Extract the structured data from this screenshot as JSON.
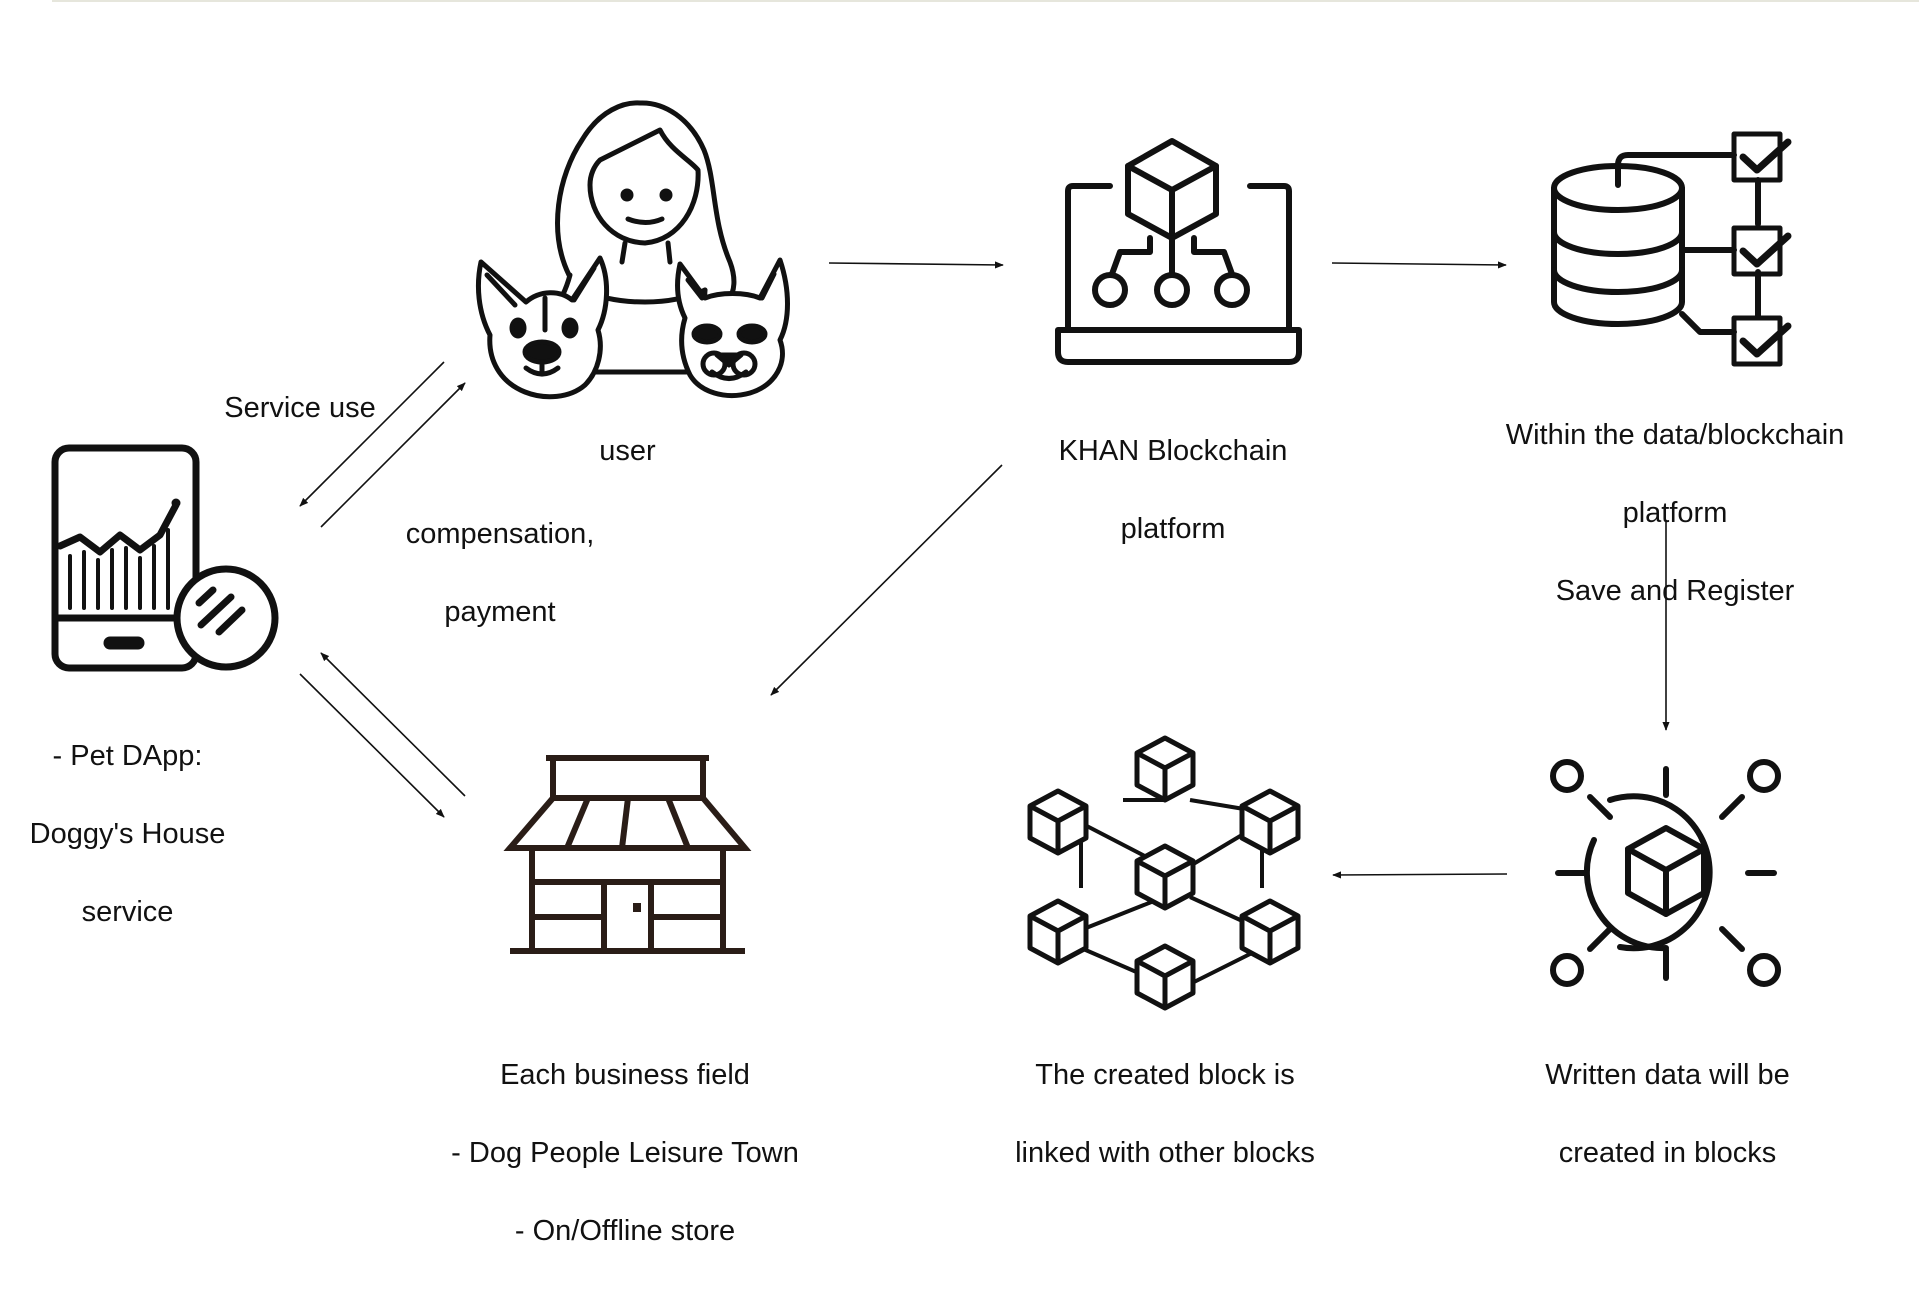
{
  "diagram": {
    "nodes": [
      {
        "id": "pet_dapp",
        "icon": "phone-chart-coin-icon",
        "lines": [
          "- Pet DApp:",
          "Doggy's House",
          "service"
        ]
      },
      {
        "id": "user",
        "icon": "woman-with-pets-icon",
        "lines": [
          "user"
        ]
      },
      {
        "id": "khan",
        "icon": "laptop-blockchain-icon",
        "lines": [
          "KHAN Blockchain",
          "platform"
        ]
      },
      {
        "id": "database",
        "icon": "database-checklist-icon",
        "lines": [
          "Within the data/blockchain",
          "platform",
          "Save and Register"
        ]
      },
      {
        "id": "store",
        "icon": "storefront-icon",
        "lines": [
          "Each business field",
          "- Dog People Leisure Town",
          "- On/Offline store"
        ]
      },
      {
        "id": "linked_blocks",
        "icon": "block-network-icon",
        "lines": [
          "The created block is",
          "linked with other blocks"
        ]
      },
      {
        "id": "block_creation",
        "icon": "block-hub-icon",
        "lines": [
          "Written data will be",
          "created in blocks"
        ]
      }
    ],
    "edge_labels": {
      "service_use": "Service use",
      "compensation": [
        "compensation,",
        "payment"
      ]
    },
    "edges": [
      {
        "from": "user",
        "to": "pet_dapp"
      },
      {
        "from": "pet_dapp",
        "to": "user"
      },
      {
        "from": "user",
        "to": "khan"
      },
      {
        "from": "khan",
        "to": "database"
      },
      {
        "from": "database",
        "to": "block_creation"
      },
      {
        "from": "block_creation",
        "to": "linked_blocks"
      },
      {
        "from": "khan",
        "to": "store"
      },
      {
        "from": "pet_dapp",
        "to": "store"
      },
      {
        "from": "store",
        "to": "pet_dapp"
      }
    ],
    "colors": {
      "ink": "#111111",
      "store_ink": "#2a1d17",
      "rule": "#e6e6dc"
    }
  }
}
